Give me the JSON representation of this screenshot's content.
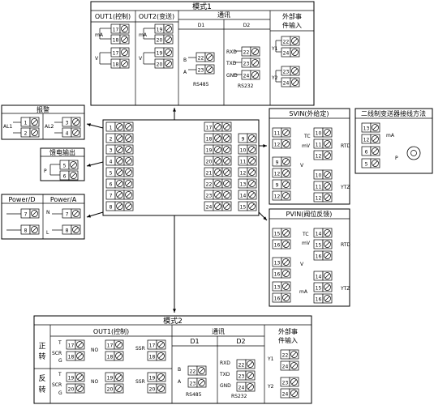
{
  "module1": {
    "title": "模式1",
    "out1": "OUT1(控制)",
    "out2": "OUT2(变送)",
    "comm": "通讯",
    "d1": "D1",
    "d2": "D2",
    "ext1": "外部事",
    "ext2": "件输入",
    "mA": "mA",
    "V": "V",
    "B": "B",
    "A": "A",
    "RXD": "RXD",
    "TXD": "TXD",
    "GND": "GND",
    "rs485": "RS485",
    "rs232": "RS232",
    "Y1": "Y1",
    "Y2": "Y2"
  },
  "alarm": {
    "title": "报警",
    "al1": "AL1",
    "al2": "AL2"
  },
  "feed": {
    "title": "馈电输出",
    "P": "P"
  },
  "power": {
    "d": "Power/D",
    "a": "Power/A",
    "N": "N",
    "L": "L"
  },
  "svin": {
    "title": "SVIN(外给定)",
    "tc": "TC",
    "mv": "mV",
    "rtd": "RTD",
    "v": "V",
    "ytz": "YTZ"
  },
  "pvin": {
    "title": "PVIN(阀位反馈)",
    "tc": "TC",
    "mv": "mV",
    "rtd": "RTD",
    "v": "V",
    "ma": "mA",
    "ytz": "YTZ"
  },
  "twowire": {
    "title": "二线制变送器接线方法",
    "mA": "mA",
    "P": "P"
  },
  "module2": {
    "title": "模式2",
    "out1": "OUT1(控制)",
    "comm": "通讯",
    "d1": "D1",
    "d2": "D2",
    "ext1": "外部事",
    "ext2": "件输入",
    "fwd1": "正",
    "fwd2": "转",
    "rev1": "反",
    "rev2": "转",
    "T": "T",
    "G": "G",
    "SCR": "SCR",
    "SSR": "SSR",
    "NO": "NO",
    "B": "B",
    "A": "A",
    "RXD": "RXD",
    "TXD": "TXD",
    "GND": "GND",
    "rs485": "RS485",
    "rs232": "RS232",
    "Y1": "Y1",
    "Y2": "Y2"
  },
  "terminals": {
    "left": [
      "1",
      "2",
      "3",
      "4",
      "5",
      "6",
      "7",
      "8"
    ],
    "mid": [
      "17",
      "18",
      "19",
      "20",
      "21",
      "22",
      "23",
      "24"
    ],
    "right": [
      "9",
      "10",
      "11",
      "12",
      "13",
      "14",
      "15",
      "16"
    ]
  }
}
